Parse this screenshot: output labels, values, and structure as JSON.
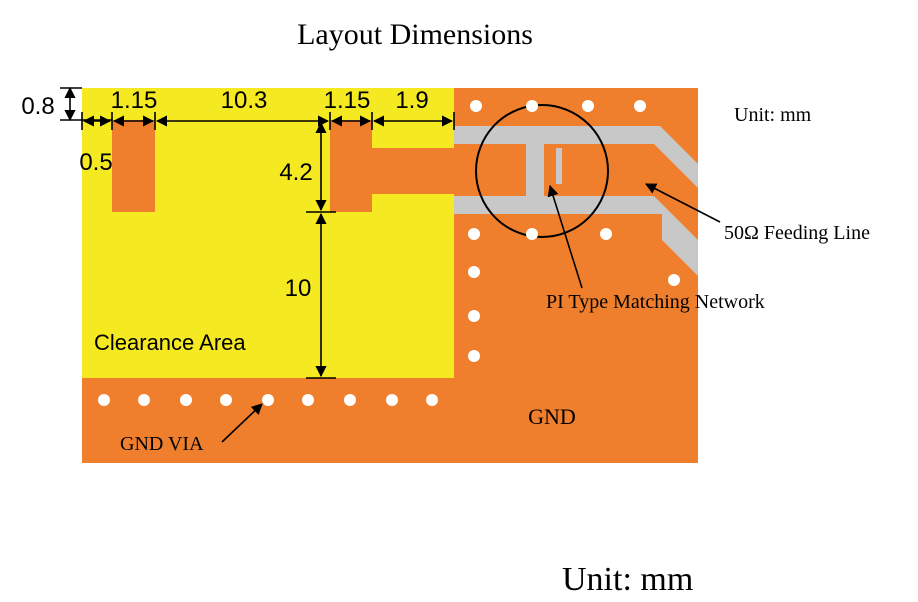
{
  "title": "Layout Dimensions",
  "unit_note_small": "Unit: mm",
  "unit_note_large": "Unit: mm",
  "colors": {
    "gnd": "#F07F2D",
    "clearance": "#F5E921",
    "feedline": "#C8C8C8",
    "via": "#FFFFFF",
    "ink": "#000000"
  },
  "dimensions": {
    "d_0_8": "0.8",
    "d_1_15_left": "1.15",
    "d_10_3": "10.3",
    "d_1_15_right": "1.15",
    "d_1_9": "1.9",
    "d_0_5": "0.5",
    "d_4_2": "4.2",
    "d_10": "10"
  },
  "labels": {
    "clearance_area": "Clearance Area",
    "gnd": "GND",
    "gnd_via": "GND VIA",
    "feeding_line": "50Ω Feeding Line",
    "matching_network": "PI Type Matching Network"
  }
}
